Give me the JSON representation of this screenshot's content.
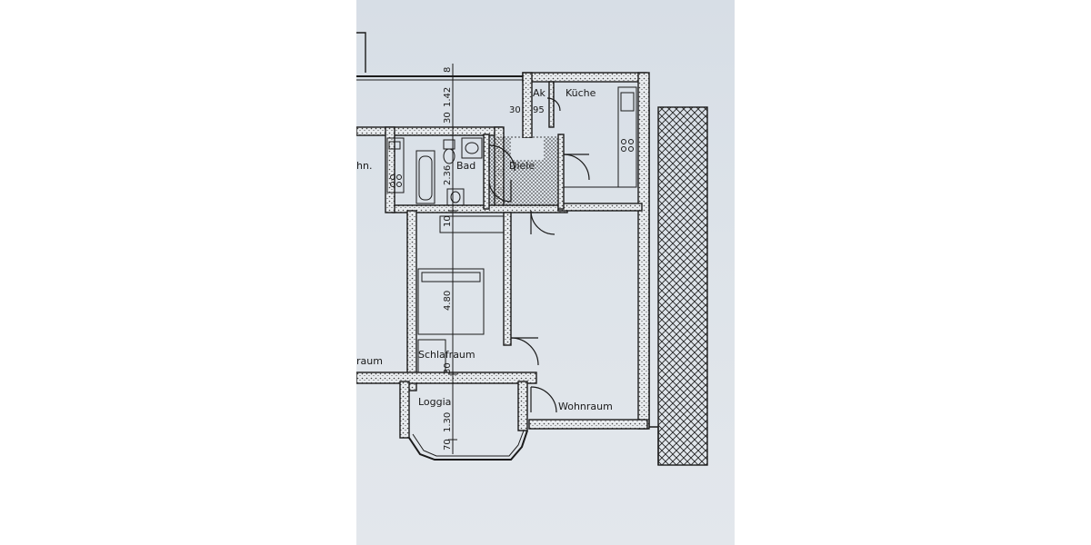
{
  "plan": {
    "rooms": {
      "ak": "Ak",
      "kueche": "Küche",
      "bad": "Bad",
      "diele": "Diele",
      "schlafraum": "Schlafraum",
      "wohnraum": "Wohnraum",
      "loggia": "Loggia",
      "neighbor_room_left": "raum",
      "neighbor_room_left_upper": "hn."
    },
    "dimensions": {
      "d8": "8",
      "d142": "1.42",
      "d30_top": "30",
      "d30_ak": "30",
      "d95": "95",
      "d236": "2.36",
      "d10": "10",
      "d480": "4.80",
      "d30_mid": "30",
      "d130": "1.30",
      "d70": "70"
    }
  }
}
